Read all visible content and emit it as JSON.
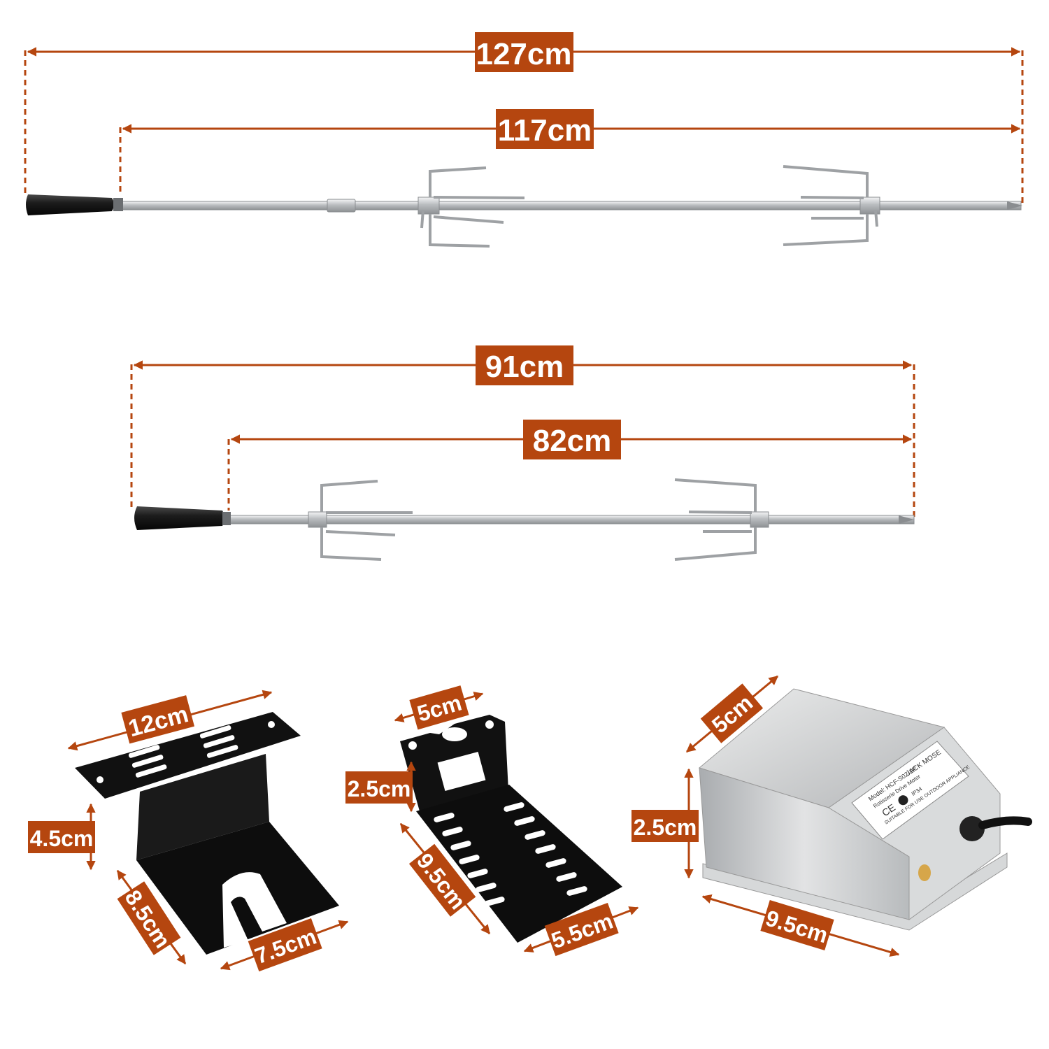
{
  "colors": {
    "accent": "#b5460f",
    "label_text": "#ffffff",
    "steel": "#c9cbcd",
    "handle": "#1a1a1a",
    "bracket": "#111111"
  },
  "spit_long": {
    "total_label": "127cm",
    "rod_label": "117cm"
  },
  "spit_short": {
    "total_label": "91cm",
    "rod_label": "82cm"
  },
  "bracket_left": {
    "width_label": "12cm",
    "height_label": "4.5cm",
    "depth_label": "8.5cm",
    "foot_label": "7.5cm"
  },
  "bracket_middle": {
    "top_label": "5cm",
    "height_label": "2.5cm",
    "length_label": "9.5cm",
    "width_label": "5.5cm"
  },
  "motor": {
    "depth_label": "5cm",
    "height_label": "2.5cm",
    "width_label": "9.5cm",
    "plate_lines": [
      "Model: HCF-S02-1P",
      "JACK MOSE",
      "Rotisserie Drive Motor",
      "SUITABLE FOR USE OUTDOOR APPLIANCE",
      "CE",
      "IP34"
    ]
  },
  "icons": [
    "double-arrow-icon",
    "rotisserie-spit-icon",
    "fork-prong-icon",
    "handle-grip-icon",
    "bracket-icon",
    "motor-box-icon",
    "power-cord-icon"
  ]
}
